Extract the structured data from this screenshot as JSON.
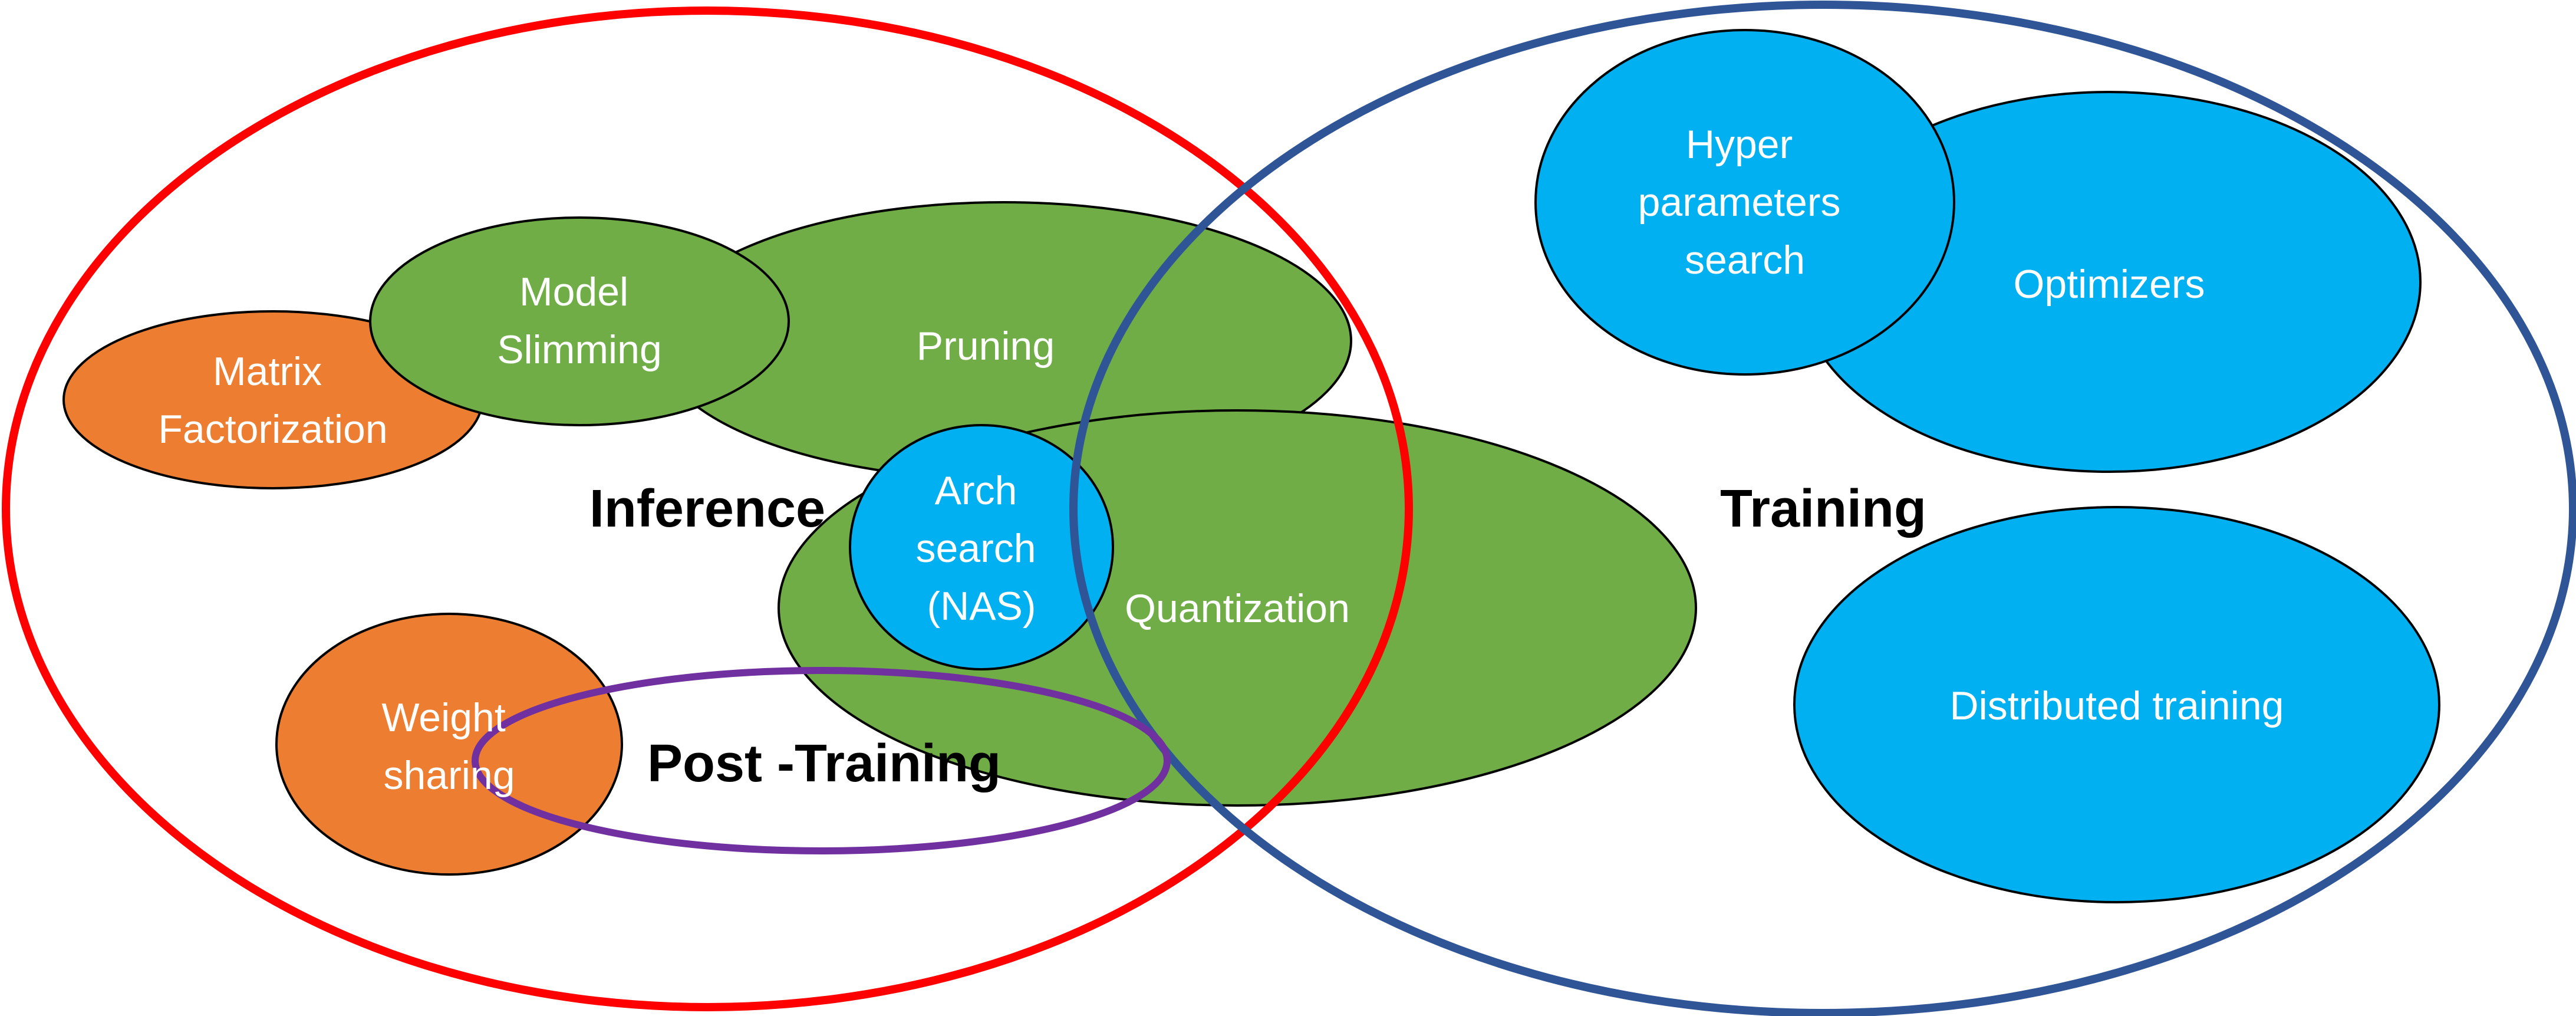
{
  "colors": {
    "green": "#70AD47",
    "orange": "#ED7D31",
    "blue": "#00B0F0",
    "inference_ring": "#FF0000",
    "training_ring": "#2F5597",
    "post_training_ring": "#7030A0",
    "outline": "#000000",
    "light_text": "#FFFFFF",
    "dark_text": "#000000"
  },
  "labels": {
    "inference": "Inference",
    "training": "Training",
    "post_training": "Post -Training"
  },
  "nodes": {
    "pruning": {
      "lines": [
        "Pruning"
      ]
    },
    "model_slimming": {
      "lines": [
        "Model",
        "Slimming"
      ]
    },
    "matrix_factorization": {
      "lines": [
        "Matrix",
        "Factorization"
      ]
    },
    "quantization": {
      "lines": [
        "Quantization"
      ]
    },
    "arch_search": {
      "lines": [
        "Arch",
        "search",
        "(NAS)"
      ]
    },
    "weight_sharing": {
      "lines": [
        "Weight",
        "sharing"
      ]
    },
    "hyper_parameters_search": {
      "lines": [
        "Hyper",
        "parameters",
        "search"
      ]
    },
    "optimizers": {
      "lines": [
        "Optimizers"
      ]
    },
    "distributed_training": {
      "lines": [
        "Distributed training"
      ]
    }
  }
}
